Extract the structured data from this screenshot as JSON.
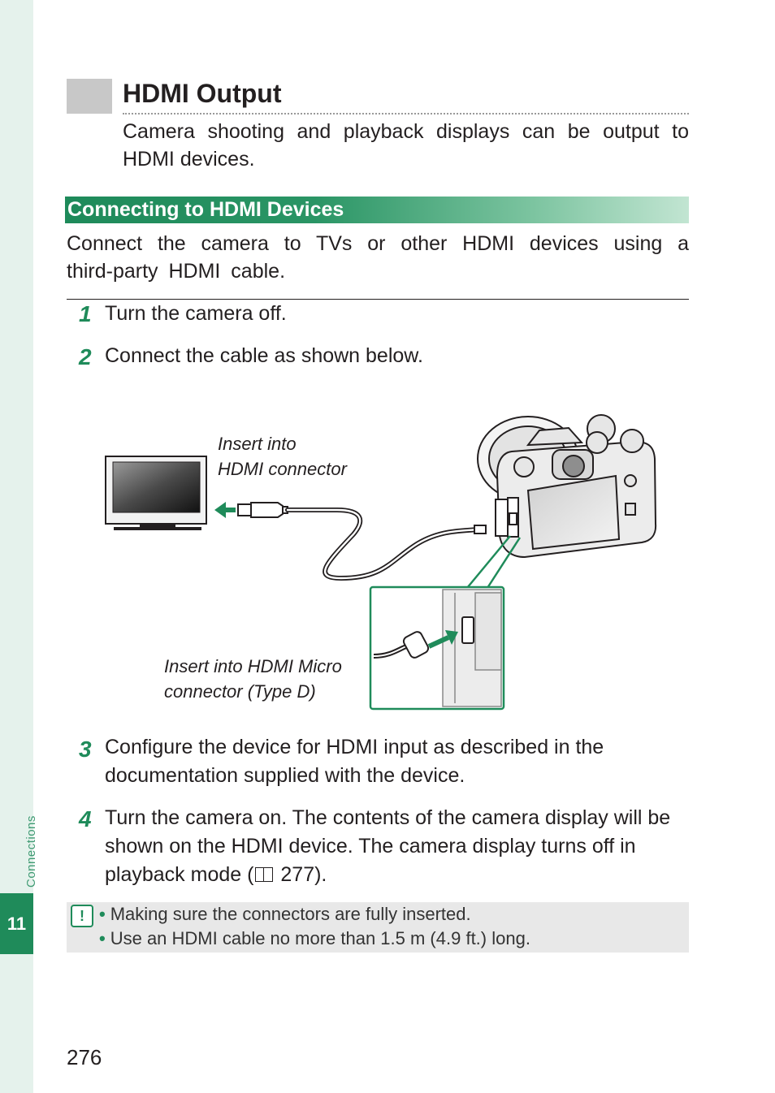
{
  "sidebar": {
    "section_label": "Connections",
    "chapter_number": "11"
  },
  "page": {
    "title": "HDMI Output",
    "intro": "Camera shooting and playback displays can be output to HDMI devices.",
    "number": "276"
  },
  "section": {
    "heading": "Connecting to HDMI Devices",
    "text": "Connect the camera to TVs or other HDMI devices using a third-party HDMI cable."
  },
  "steps": [
    {
      "num": "1",
      "text": "Turn the camera off."
    },
    {
      "num": "2",
      "text": "Connect the cable as shown below."
    },
    {
      "num": "3",
      "text": "Configure the device for HDMI input as described in the documentation supplied with the device."
    },
    {
      "num": "4",
      "text_before_ref": "Turn the camera on. The contents of the camera display will be shown on the HDMI device. The camera display turns off in playback mode (",
      "ref_page": "277",
      "text_after_ref": ")."
    }
  ],
  "figure": {
    "caption_hdmi": [
      "Insert into",
      "HDMI connector"
    ],
    "caption_micro": [
      "Insert into HDMI Micro",
      "connector (Type D)"
    ]
  },
  "notes": {
    "icon": "caution-icon",
    "items": [
      "Making sure the connectors are fully inserted.",
      "Use an HDMI cable no more than 1.5 m (4.9 ft.) long."
    ]
  },
  "colors": {
    "accent": "#1f8b5a",
    "sidebar": "#e5f2ec"
  }
}
